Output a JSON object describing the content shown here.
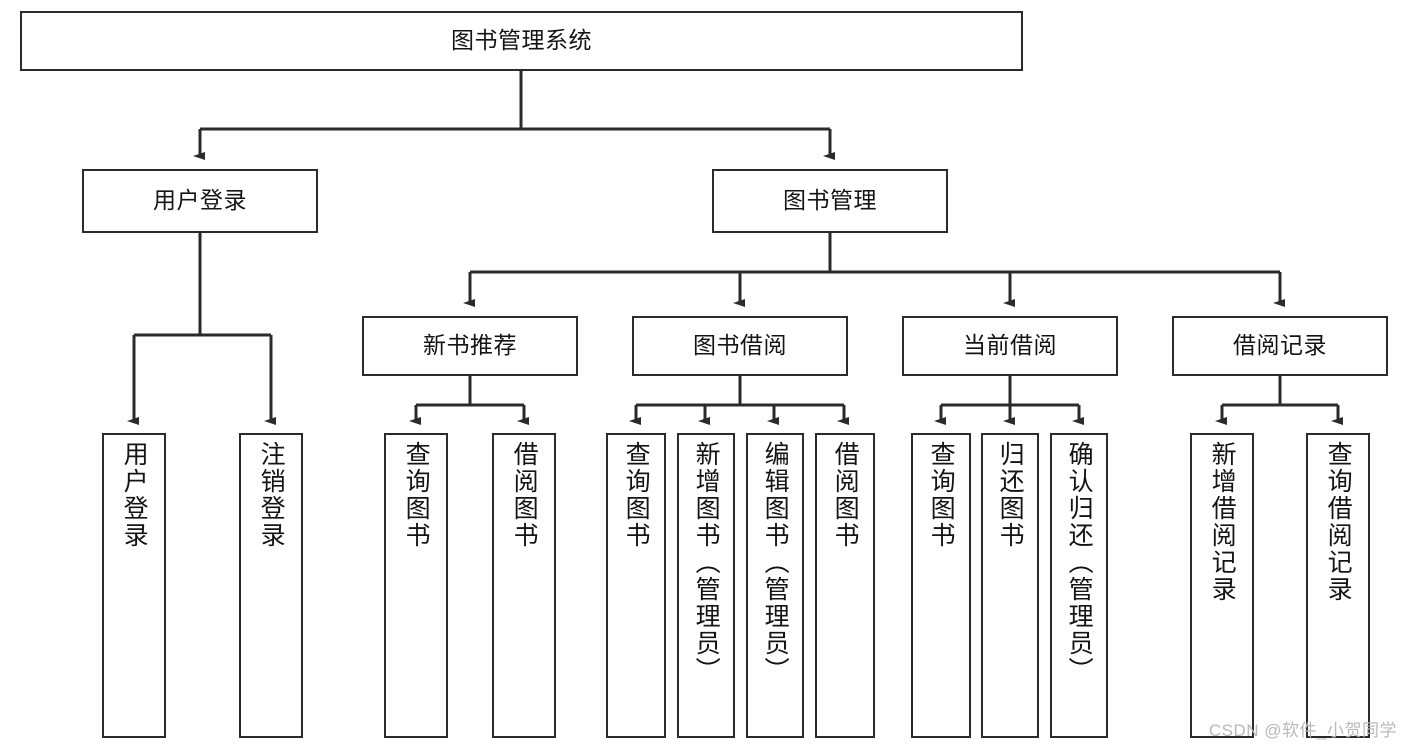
{
  "diagram": {
    "type": "tree",
    "title": "图书管理系统",
    "root": {
      "label": "图书管理系统"
    },
    "level2": [
      {
        "label": "用户登录"
      },
      {
        "label": "图书管理"
      }
    ],
    "level3": [
      {
        "label": "新书推荐"
      },
      {
        "label": "图书借阅"
      },
      {
        "label": "当前借阅"
      },
      {
        "label": "借阅记录"
      }
    ],
    "leaves": {
      "user_login": [
        {
          "label": "用户登录"
        },
        {
          "label": "注销登录"
        }
      ],
      "new_book_recommend": [
        {
          "label": "查询图书"
        },
        {
          "label": "借阅图书"
        }
      ],
      "book_borrow": [
        {
          "label": "查询图书"
        },
        {
          "label": "新增图书（管理员）"
        },
        {
          "label": "编辑图书（管理员）"
        },
        {
          "label": "借阅图书"
        }
      ],
      "current_borrow": [
        {
          "label": "查询图书"
        },
        {
          "label": "归还图书"
        },
        {
          "label": "确认归还（管理员）"
        }
      ],
      "borrow_record": [
        {
          "label": "新增借阅记录"
        },
        {
          "label": "查询借阅记录"
        }
      ]
    }
  },
  "watermark": {
    "text": "CSDN @软件_小贺同学"
  },
  "colors": {
    "stroke": "#2b2b2b",
    "background": "#ffffff",
    "text": "#141414",
    "watermark": "#b9b9b9"
  }
}
